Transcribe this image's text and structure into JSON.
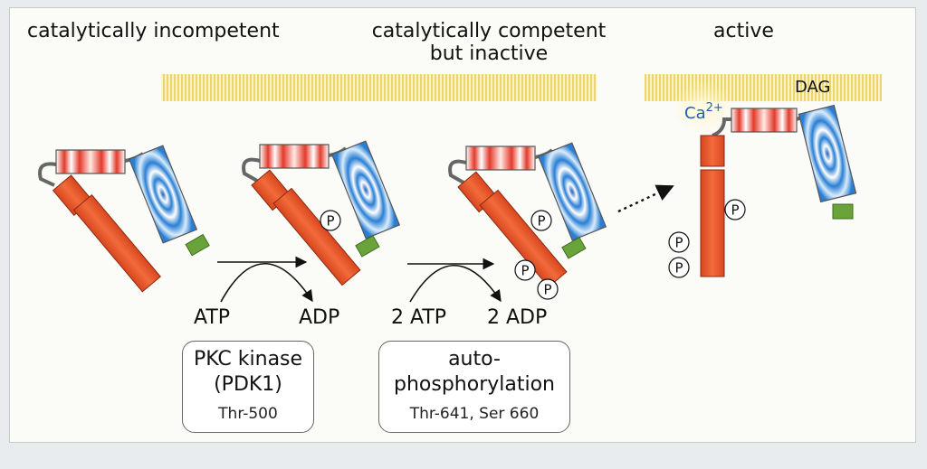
{
  "stages": [
    {
      "heading": "catalytically incompetent"
    },
    {
      "heading_line1": "catalytically competent",
      "heading_line2": "but inactive"
    },
    {
      "heading": "active"
    }
  ],
  "step1": {
    "substrate": "ATP",
    "product": "ADP",
    "enzyme_line1": "PKC kinase",
    "enzyme_line2": "(PDK1)",
    "site": "Thr-500"
  },
  "step2": {
    "substrate": "2 ATP",
    "product": "2 ADP",
    "enzyme_line1": "auto-",
    "enzyme_line2": "phosphorylation",
    "site": "Thr-641, Ser 660"
  },
  "labels": {
    "calcium": "Ca",
    "calcium_charge": "2+",
    "dag": "DAG",
    "phospho": "P"
  },
  "colors": {
    "membrane": "#f1dc6a",
    "catalytic": "#e8542a",
    "regulatory_red": "#d92a1f",
    "regulatory_blue": "#2a7fd4",
    "c_term_green": "#6aa33a",
    "calcium_text": "#1f5fb0"
  }
}
